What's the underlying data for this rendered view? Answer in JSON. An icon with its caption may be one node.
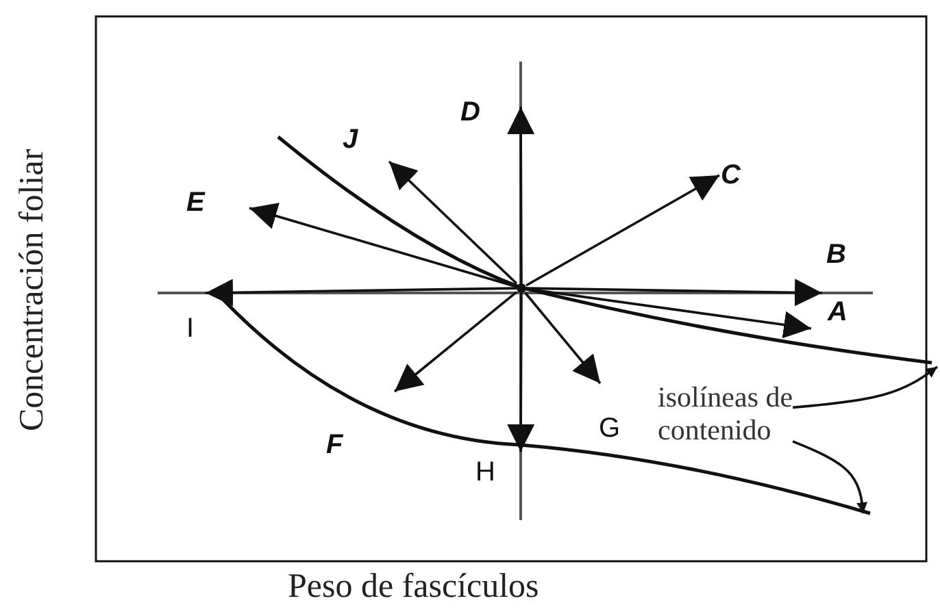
{
  "diagram": {
    "nodes": [
      {
        "text": [],
        "shape": "circle"
      },
      {
        "text": [
          "isolíneas de contenido"
        ]
      }
    ],
    "edges": [
      {
        "from": 0,
        "to": null,
        "arrow": "to",
        "label": "A"
      },
      {
        "from": 0,
        "to": null,
        "arrow": "to",
        "label": "B"
      },
      {
        "from": 0,
        "to": null,
        "arrow": "to",
        "label": "C"
      },
      {
        "from": 0,
        "to": null,
        "arrow": "to",
        "label": "D"
      },
      {
        "from": 0,
        "to": null,
        "arrow": "to",
        "label": "E"
      },
      {
        "from": 0,
        "to": null,
        "arrow": "to",
        "label": "F"
      },
      {
        "from": 0,
        "to": null,
        "arrow": "to",
        "label": "G"
      },
      {
        "from": 0,
        "to": null,
        "arrow": "to",
        "label": "H"
      },
      {
        "from": 0,
        "to": null,
        "arrow": "to",
        "label": "I"
      },
      {
        "from": 0,
        "to": null,
        "arrow": "to",
        "label": "J"
      },
      {
        "from": 1,
        "to": null,
        "arrow": "to"
      },
      {
        "from": 1,
        "to": null,
        "arrow": "to"
      }
    ],
    "labels": [
      "Concentración foliar",
      "Peso de fascículos"
    ]
  }
}
